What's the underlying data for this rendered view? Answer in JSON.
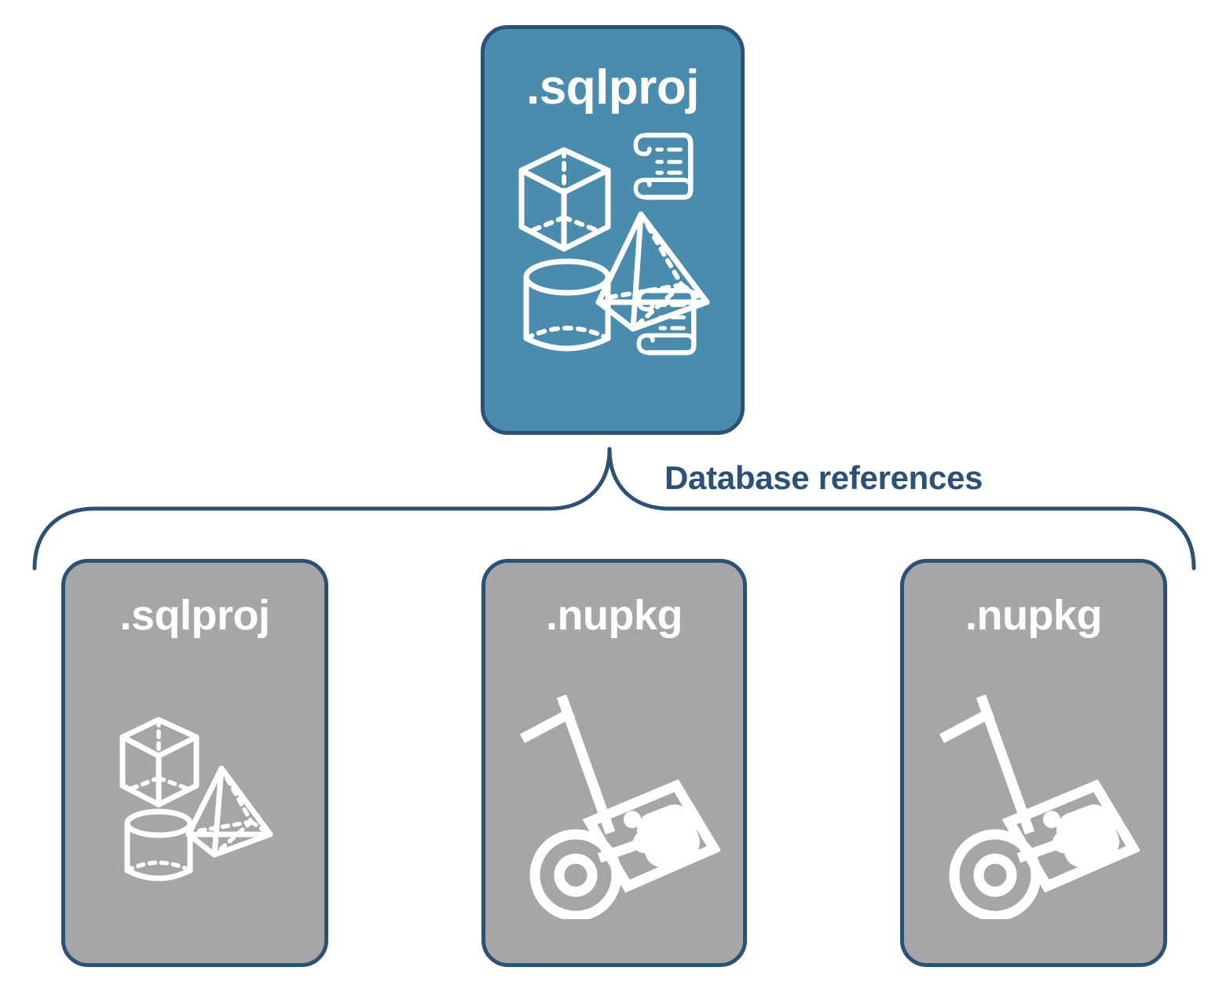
{
  "diagram": {
    "title_text": "Database references",
    "colors": {
      "accent_blue_fill": "#4a8cad",
      "reference_grey_fill": "#a6a6a8",
      "outline_navy": "#2b5274",
      "icon_white": "#ffffff",
      "page_background": "#ffffff"
    },
    "root": {
      "label": ".sqlproj",
      "fill": "#4a8cad",
      "icons": [
        "cube-3d-icon",
        "scroll-script-icon",
        "pyramid-3d-icon",
        "cylinder-3d-icon",
        "scroll-script-icon"
      ]
    },
    "connector": {
      "label": "Database references",
      "style": "curly-brace",
      "direction": "one-to-many"
    },
    "references": [
      {
        "label": ".sqlproj",
        "fill": "#a6a6a8",
        "icons": [
          "cube-3d-icon",
          "pyramid-3d-icon",
          "cylinder-3d-icon"
        ]
      },
      {
        "label": ".nupkg",
        "fill": "#a6a6a8",
        "icons": [
          "hand-truck-package-icon"
        ]
      },
      {
        "label": ".nupkg",
        "fill": "#a6a6a8",
        "icons": [
          "hand-truck-package-icon"
        ]
      }
    ]
  }
}
